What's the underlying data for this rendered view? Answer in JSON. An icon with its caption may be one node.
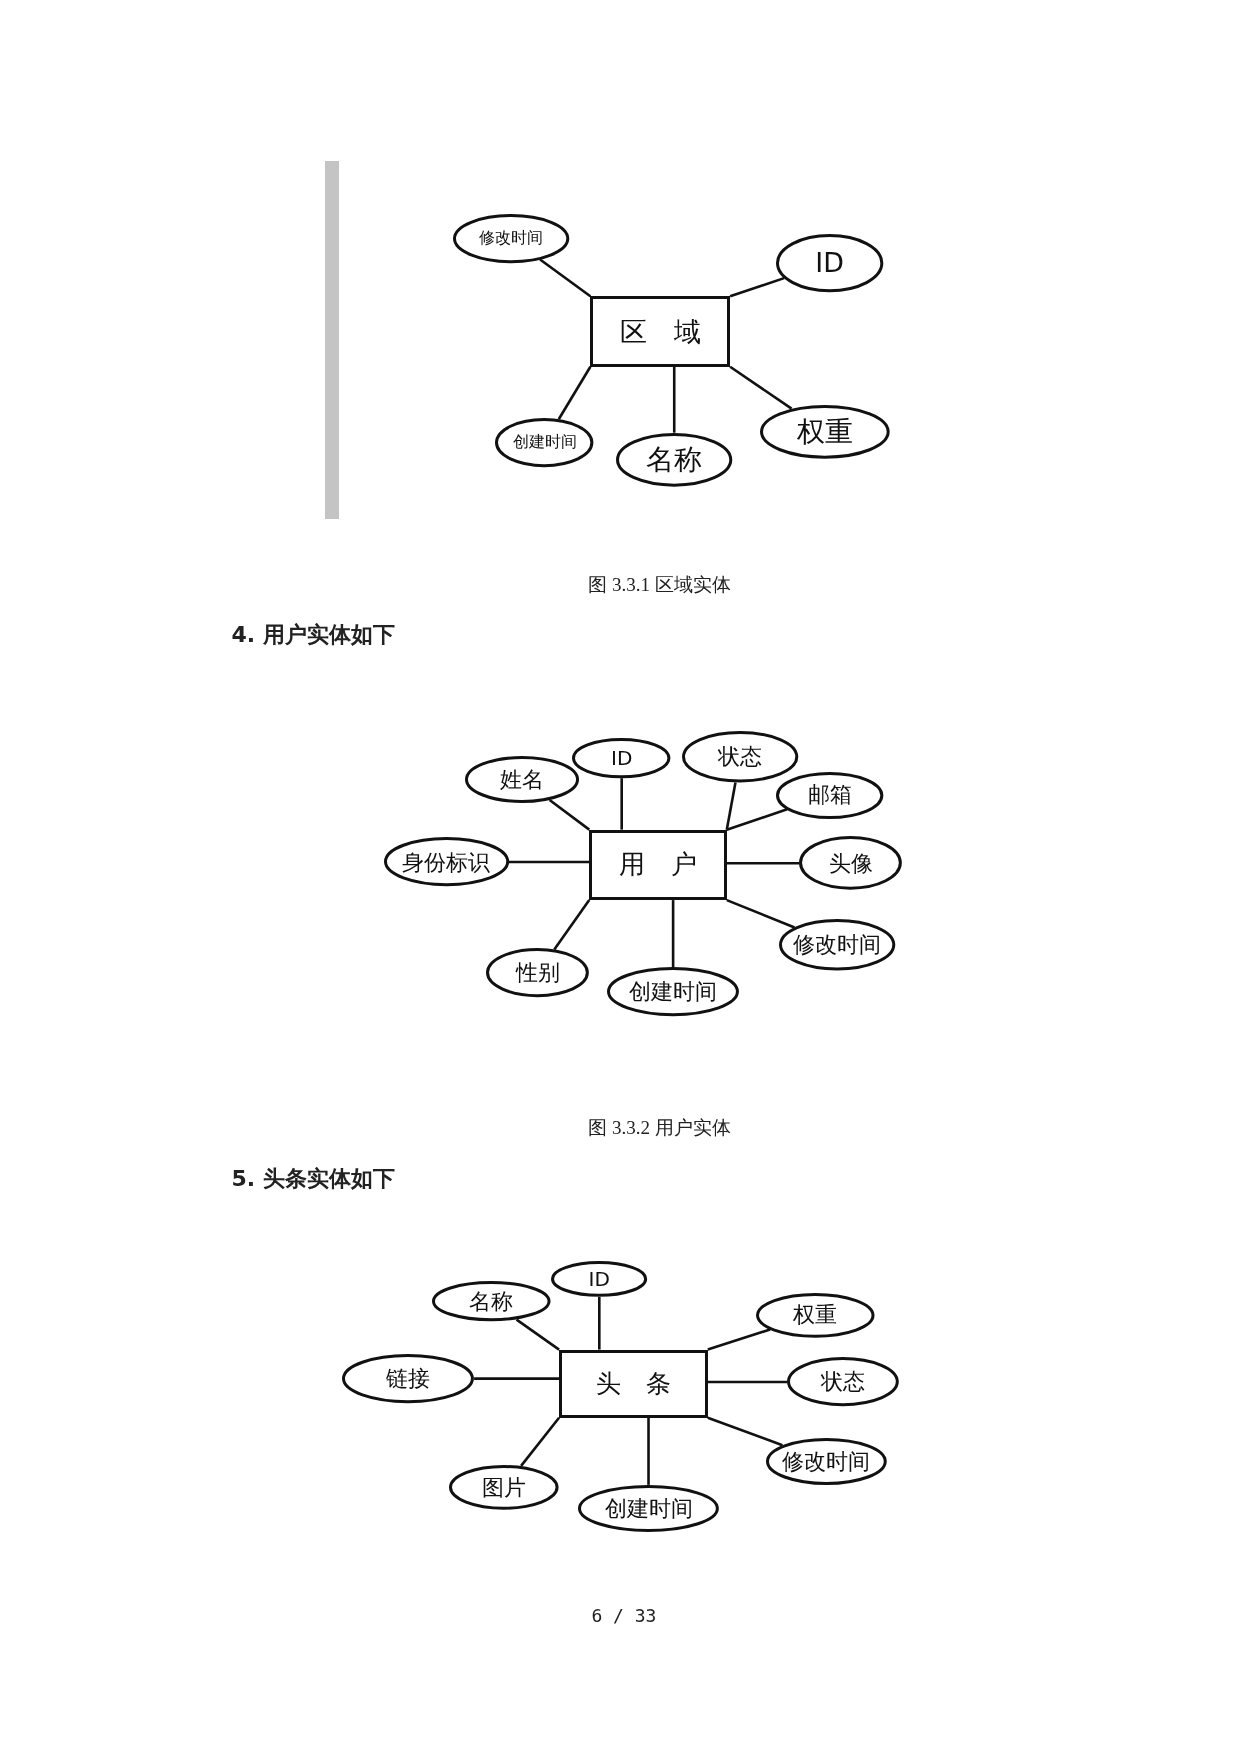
{
  "diagram": {
    "nodes": [
      {
        "text": [
          "区域"
        ]
      },
      {
        "text": [
          "修改时间"
        ]
      },
      {
        "text": [
          "ID"
        ]
      },
      {
        "text": [
          "权重"
        ]
      },
      {
        "text": [
          "创建时间"
        ]
      },
      {
        "text": [
          "名称"
        ]
      },
      {
        "text": [
          "用户"
        ]
      },
      {
        "text": [
          "ID"
        ]
      },
      {
        "text": [
          "状态"
        ]
      },
      {
        "text": [
          "姓名"
        ]
      },
      {
        "text": [
          "邮箱"
        ]
      },
      {
        "text": [
          "身份标识"
        ]
      },
      {
        "text": [
          "头像"
        ]
      },
      {
        "text": [
          "修改时间"
        ]
      },
      {
        "text": [
          "性别"
        ]
      },
      {
        "text": [
          "创建时间"
        ]
      },
      {
        "text": [
          "头条"
        ]
      },
      {
        "text": [
          "ID"
        ]
      },
      {
        "text": [
          "名称"
        ]
      },
      {
        "text": [
          "权重"
        ]
      },
      {
        "text": [
          "链接"
        ]
      },
      {
        "text": [
          "状态"
        ]
      },
      {
        "text": [
          "修改时间"
        ]
      },
      {
        "text": [
          "图片"
        ]
      },
      {
        "text": [
          "创建时间"
        ]
      },
      {
        "text": [],
        "shape": "bar"
      }
    ],
    "edges": [
      {
        "from": 0,
        "to": 1,
        "arrow": "none"
      },
      {
        "from": 0,
        "to": 2,
        "arrow": "none"
      },
      {
        "from": 0,
        "to": 3,
        "arrow": "none"
      },
      {
        "from": 0,
        "to": 4,
        "arrow": "none"
      },
      {
        "from": 0,
        "to": 5,
        "arrow": "none"
      },
      {
        "from": 6,
        "to": 7,
        "arrow": "none"
      },
      {
        "from": 6,
        "to": 8,
        "arrow": "none"
      },
      {
        "from": 6,
        "to": 9,
        "arrow": "none"
      },
      {
        "from": 6,
        "to": 10,
        "arrow": "none"
      },
      {
        "from": 6,
        "to": 11,
        "arrow": "none"
      },
      {
        "from": 6,
        "to": 12,
        "arrow": "none"
      },
      {
        "from": 6,
        "to": 13,
        "arrow": "none"
      },
      {
        "from": 6,
        "to": 14,
        "arrow": "none"
      },
      {
        "from": 6,
        "to": 15,
        "arrow": "none"
      },
      {
        "from": 16,
        "to": 17,
        "arrow": "none"
      },
      {
        "from": 16,
        "to": 18,
        "arrow": "none"
      },
      {
        "from": 16,
        "to": 19,
        "arrow": "none"
      },
      {
        "from": 16,
        "to": 20,
        "arrow": "none"
      },
      {
        "from": 16,
        "to": 21,
        "arrow": "none"
      },
      {
        "from": 16,
        "to": 22,
        "arrow": "none"
      },
      {
        "from": 16,
        "to": 23,
        "arrow": "none"
      },
      {
        "from": 16,
        "to": 24,
        "arrow": "none"
      }
    ],
    "labels": [
      "图 3.3.1 区域实体",
      "4. 用户实体如下",
      "图 3.3.2 用户实体",
      "5. 头条实体如下",
      "6 / 33"
    ]
  }
}
